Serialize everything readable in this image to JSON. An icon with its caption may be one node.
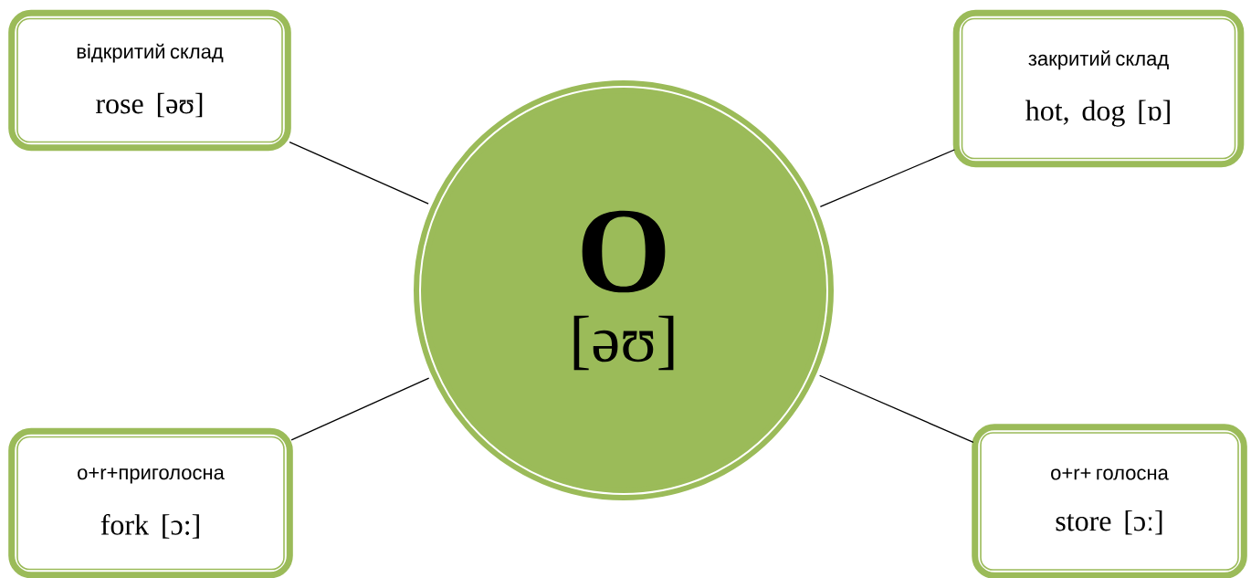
{
  "diagram": {
    "nodes": [
      {
        "text": [
          "відкритий склад",
          "rose [əʊ]"
        ]
      },
      {
        "text": [
          "закритий склад",
          "hot, dog [ɒ]"
        ]
      },
      {
        "text": [
          "O",
          "[əʊ]"
        ]
      },
      {
        "text": [
          "o+r+приголосна",
          "fork [ɔ:]"
        ]
      },
      {
        "text": [
          "o+r+ голосна",
          "store [ɔː]"
        ]
      }
    ],
    "edges": [
      {
        "from": 2,
        "to": 0,
        "arrow": "none"
      },
      {
        "from": 2,
        "to": 1,
        "arrow": "none"
      },
      {
        "from": 2,
        "to": 3,
        "arrow": "none"
      },
      {
        "from": 2,
        "to": 4,
        "arrow": "none"
      }
    ]
  }
}
